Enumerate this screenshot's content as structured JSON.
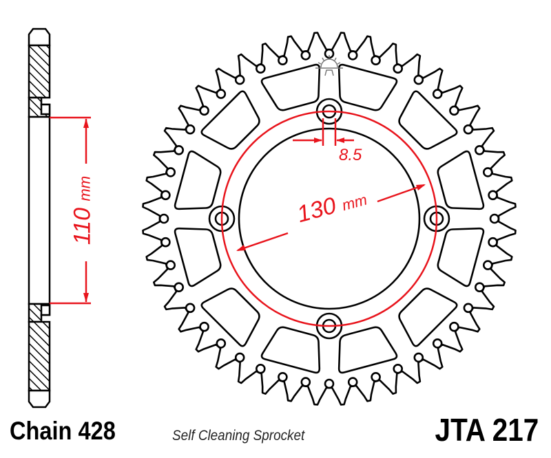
{
  "labels": {
    "chain": "Chain 428",
    "subtitle": "Self Cleaning Sprocket",
    "model": "JTA 217"
  },
  "dimensions": {
    "hub_value": "110",
    "hub_unit": "mm",
    "pcd_value": "130",
    "pcd_unit": "mm",
    "bolt_hole": "8.5"
  },
  "colors": {
    "outline": "#000000",
    "dimension": "#e8141c",
    "logo": "#777777"
  },
  "icons": {
    "logo": "sun-logo-icon"
  }
}
